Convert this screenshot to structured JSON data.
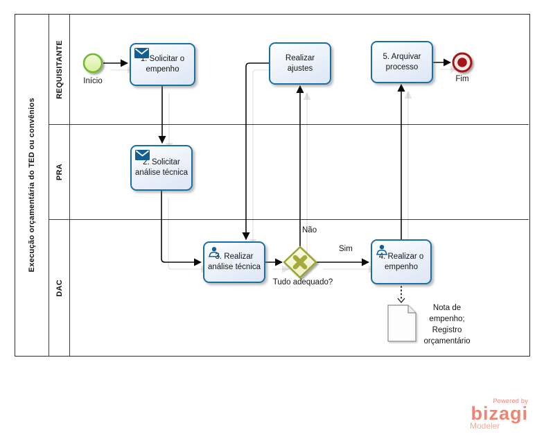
{
  "pool": {
    "title": "Execução orçamentária do TED ou convênios"
  },
  "lanes": [
    {
      "label": "REQUISITANTE"
    },
    {
      "label": "PRA"
    },
    {
      "label": "DAC"
    }
  ],
  "events": {
    "start": {
      "label": "Início"
    },
    "end": {
      "label": "Fim"
    }
  },
  "tasks": [
    {
      "label": "1. Solicitar o empenho",
      "icon": "message"
    },
    {
      "label": "Realizar ajustes",
      "icon": "none"
    },
    {
      "label": "5. Arquivar processo",
      "icon": "none"
    },
    {
      "label": "2. Solicitar análise técnica",
      "icon": "message"
    },
    {
      "label": "3. Realizar análise técnica",
      "icon": "user"
    },
    {
      "label": "4. Realizar o empenho",
      "icon": "user"
    }
  ],
  "gateway": {
    "label": "Tudo adequado?",
    "branch_yes": "Sim",
    "branch_no": "Não"
  },
  "data_object": {
    "label": "Nota de empenho; Registro orçamentário"
  },
  "branding": {
    "powered_by": "Powered by",
    "brand": "bizagi",
    "product": "Modeler"
  },
  "colors": {
    "task_border": "#176fa6",
    "icon_blue": "#135f92",
    "gateway": "#9aa233",
    "gateway_fill": "#f3f5d2",
    "start_event": "#72b82e",
    "end_event": "#a31515",
    "flow": "#0a0a0a",
    "brand_salmon": "#ef8474"
  }
}
